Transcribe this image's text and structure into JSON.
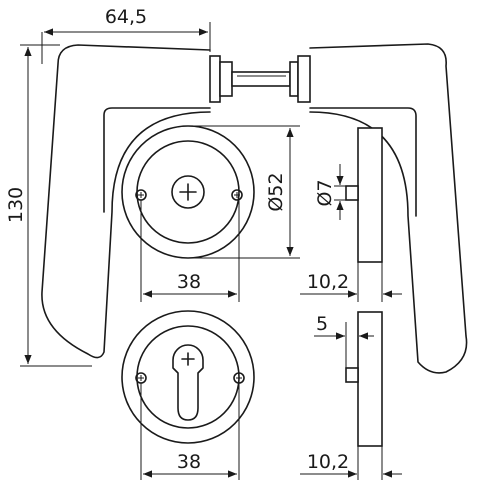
{
  "dimensions": {
    "top_width": "64,5",
    "total_height": "130",
    "rose_diameter": "Ø52",
    "spindle_diameter": "Ø7",
    "screw_spacing_top": "38",
    "screw_spacing_bottom": "38",
    "rose_thickness_top": "10,2",
    "rose_thickness_bottom": "10,2",
    "cylinder_offset": "5"
  }
}
